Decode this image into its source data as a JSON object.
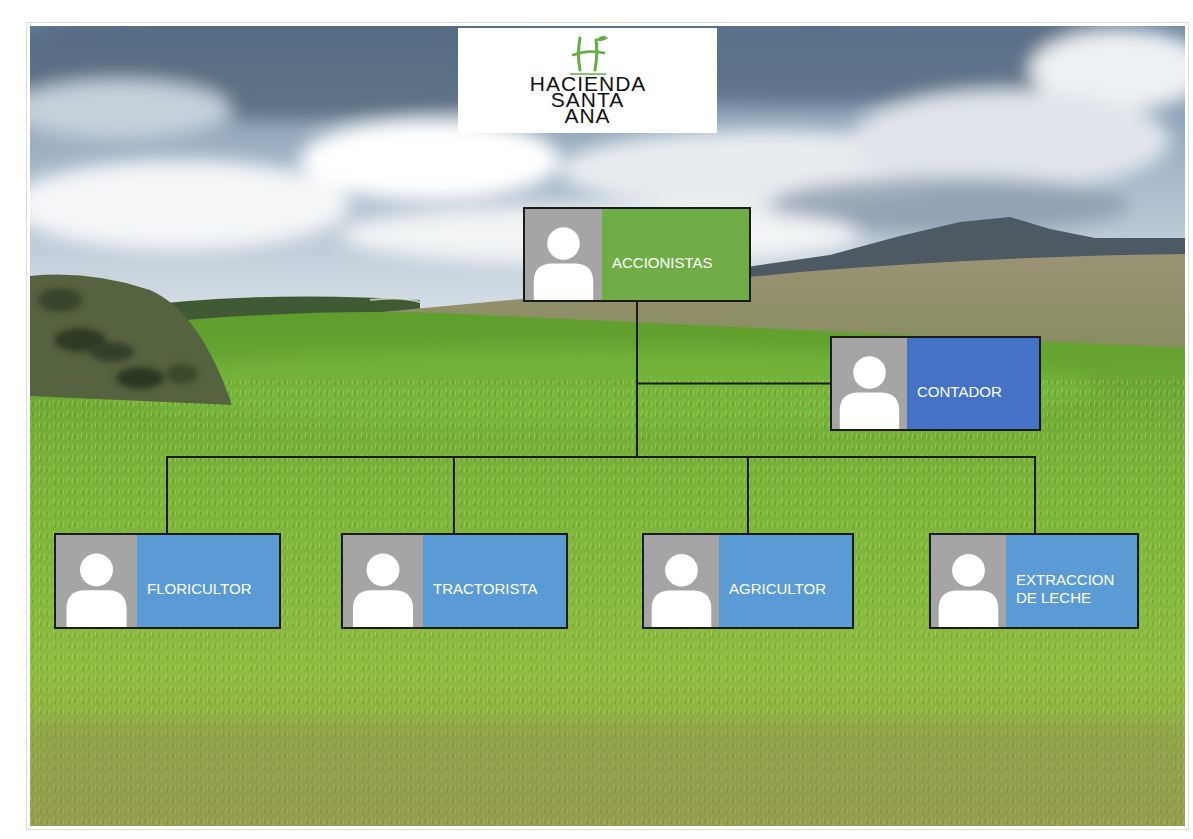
{
  "diagram": {
    "title": "HACIENDA SANTA ANA",
    "nodes": [
      {
        "text": [
          "ACCIONISTAS"
        ]
      },
      {
        "text": [
          "CONTADOR"
        ]
      },
      {
        "text": [
          "FLORICULTOR"
        ]
      },
      {
        "text": [
          "TRACTORISTA"
        ]
      },
      {
        "text": [
          "AGRICULTOR"
        ]
      },
      {
        "text": [
          "EXTRACCION DE LECHE"
        ]
      }
    ],
    "edges": [
      {
        "from": 0,
        "to": 1,
        "arrow": "none"
      },
      {
        "from": 0,
        "to": 2,
        "arrow": "none"
      },
      {
        "from": 0,
        "to": 3,
        "arrow": "none"
      },
      {
        "from": 0,
        "to": 4,
        "arrow": "none"
      },
      {
        "from": 0,
        "to": 5,
        "arrow": "none"
      }
    ]
  }
}
